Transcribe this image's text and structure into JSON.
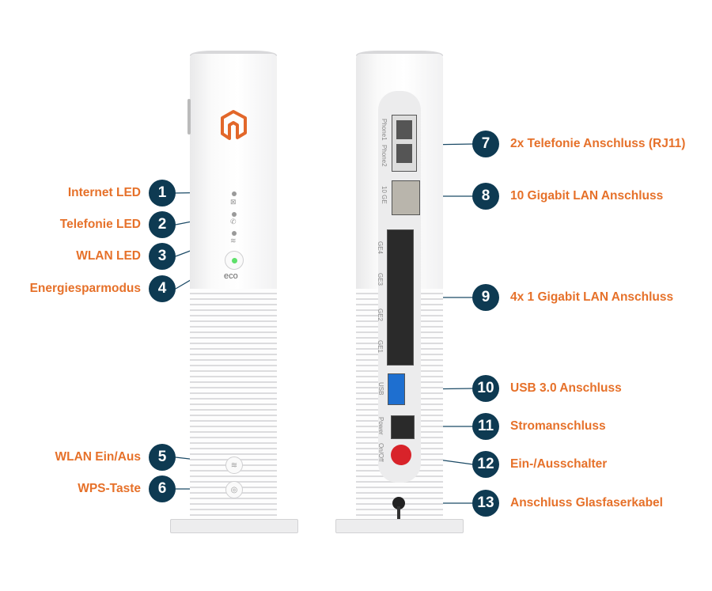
{
  "front_callouts": [
    {
      "number": "1",
      "label": "Internet LED"
    },
    {
      "number": "2",
      "label": "Telefonie LED"
    },
    {
      "number": "3",
      "label": "WLAN LED"
    },
    {
      "number": "4",
      "label": "Energiesparmodus"
    },
    {
      "number": "5",
      "label": "WLAN Ein/Aus"
    },
    {
      "number": "6",
      "label": "WPS-Taste"
    }
  ],
  "back_callouts": [
    {
      "number": "7",
      "label": "2x Telefonie Anschluss (RJ11)"
    },
    {
      "number": "8",
      "label": "10 Gigabit LAN Anschluss"
    },
    {
      "number": "9",
      "label": "4x 1 Gigabit LAN Anschluss"
    },
    {
      "number": "10",
      "label": "USB 3.0 Anschluss"
    },
    {
      "number": "11",
      "label": "Stromanschluss"
    },
    {
      "number": "12",
      "label": "Ein-/Ausschalter"
    },
    {
      "number": "13",
      "label": "Anschluss Glasfaserkabel"
    }
  ],
  "device_text": {
    "eco": "eco",
    "phone1": "Phone1",
    "phone2": "Phone2",
    "ge10": "10 GE",
    "ge4": "GE4",
    "ge3": "GE3",
    "ge2": "GE2",
    "ge1": "GE1",
    "usb": "USB",
    "power": "Power",
    "onoff": "On/Off"
  },
  "colors": {
    "label": "#e6712a",
    "badge": "#0e3a52",
    "logo": "#e2672a",
    "eco_led": "#5ee06a",
    "onoff": "#d8232a",
    "usb": "#1e6fd0"
  }
}
